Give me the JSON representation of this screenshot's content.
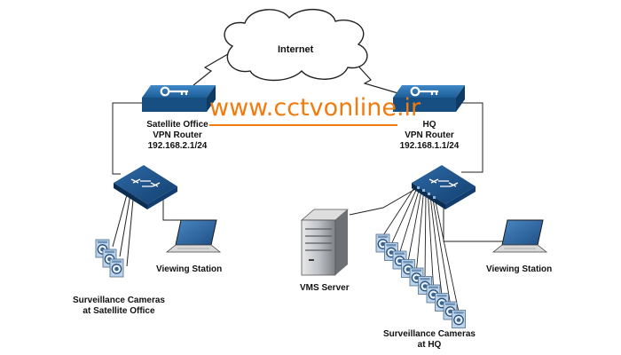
{
  "internet": {
    "label": "Internet"
  },
  "watermark": {
    "text": "www.cctvonline.ir"
  },
  "satellite_router": {
    "name": "Satellite Office",
    "role": "VPN Router",
    "ip": "192.168.2.1/24"
  },
  "hq_router": {
    "name": "HQ",
    "role": "VPN Router",
    "ip": "192.168.1.1/24"
  },
  "satellite_viewing_station": {
    "label": "Viewing Station"
  },
  "hq_viewing_station": {
    "label": "Viewing Station"
  },
  "vms_server": {
    "label": "VMS Server"
  },
  "satellite_cameras": {
    "line1": "Surveillance Cameras",
    "line2": "at Satellite Office",
    "count": 3
  },
  "hq_cameras": {
    "line1": "Surveillance Cameras",
    "line2": "at HQ",
    "count": 10
  },
  "colors": {
    "router": "#1c5d97",
    "switch": "#0f3f72",
    "cloud_stroke": "#222222",
    "watermark": "#f07b0f",
    "link": "#222222"
  },
  "icons": {
    "internet": "cloud-icon",
    "router": "vpn-router-key-icon",
    "switch": "network-switch-icon",
    "server": "server-tower-icon",
    "laptop": "laptop-icon",
    "camera": "camera-icon"
  }
}
